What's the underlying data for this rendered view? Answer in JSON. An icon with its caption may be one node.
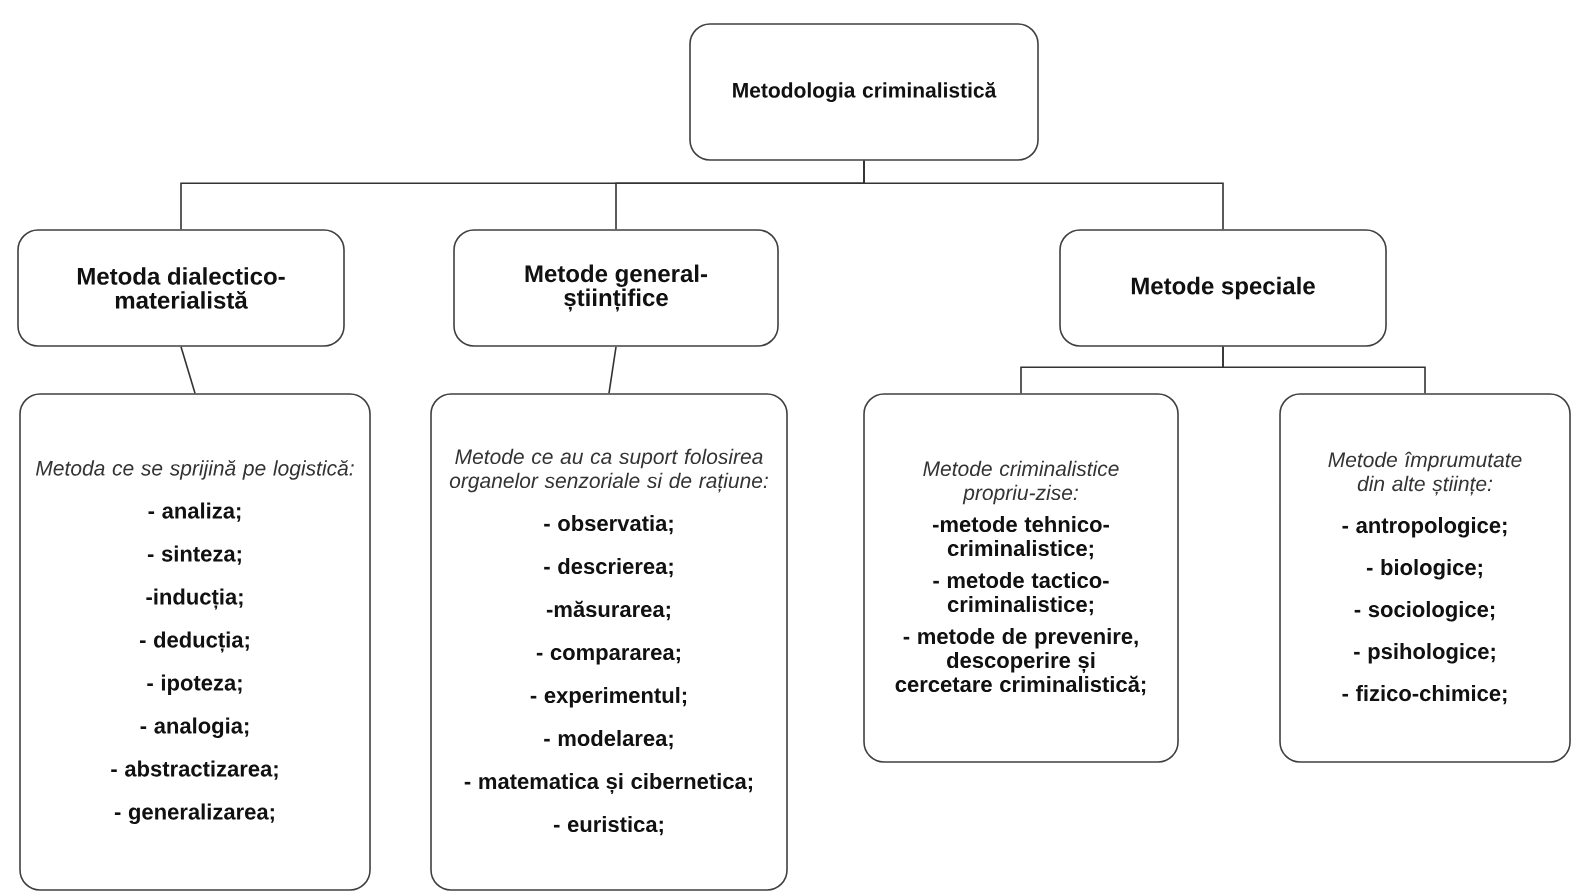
{
  "diagram": {
    "nodes": [
      {
        "text": [
          "Metodologia criminalistică"
        ]
      },
      {
        "text": [
          "Metoda dialectico-materialistă"
        ]
      },
      {
        "text": [
          "Metode general-științifice"
        ]
      },
      {
        "text": [
          "Metode  speciale"
        ]
      },
      {
        "text": [
          "Metoda ce se sprijină pe logistică:",
          "- analiza;",
          "- sinteza;",
          "-inducția;",
          "- deducția;",
          "- ipoteza;",
          "- analogia;",
          "- abstractizarea;",
          "- generalizarea;"
        ]
      },
      {
        "text": [
          "Metode ce au ca suport folosirea organelor senzoriale si de rațiune:",
          "- observatia;",
          "- descrierea;",
          "-măsurarea;",
          "- compararea;",
          "- experimentul;",
          "- modelarea;",
          "- matematica și cibernetica;",
          "- euristica;"
        ]
      },
      {
        "text": [
          "Metode criminalistice propriu-zise:",
          "-metode tehnico-criminalistice;",
          "- metode tactico-criminalistice;",
          "- metode de prevenire, descoperire și cercetare criminalistică;"
        ]
      },
      {
        "text": [
          "Metode  împrumutate din alte științe:",
          "- antropologice;",
          "- biologice;",
          "- sociologice;",
          "- psihologice;",
          "- fizico-chimice;"
        ]
      }
    ],
    "edges": [
      {
        "from": 0,
        "to": 1,
        "arrow": "none"
      },
      {
        "from": 0,
        "to": 2,
        "arrow": "none"
      },
      {
        "from": 0,
        "to": 3,
        "arrow": "none"
      },
      {
        "from": 1,
        "to": 4,
        "arrow": "none"
      },
      {
        "from": 2,
        "to": 5,
        "arrow": "none"
      },
      {
        "from": 3,
        "to": 6,
        "arrow": "none"
      },
      {
        "from": 3,
        "to": 7,
        "arrow": "none"
      }
    ]
  }
}
